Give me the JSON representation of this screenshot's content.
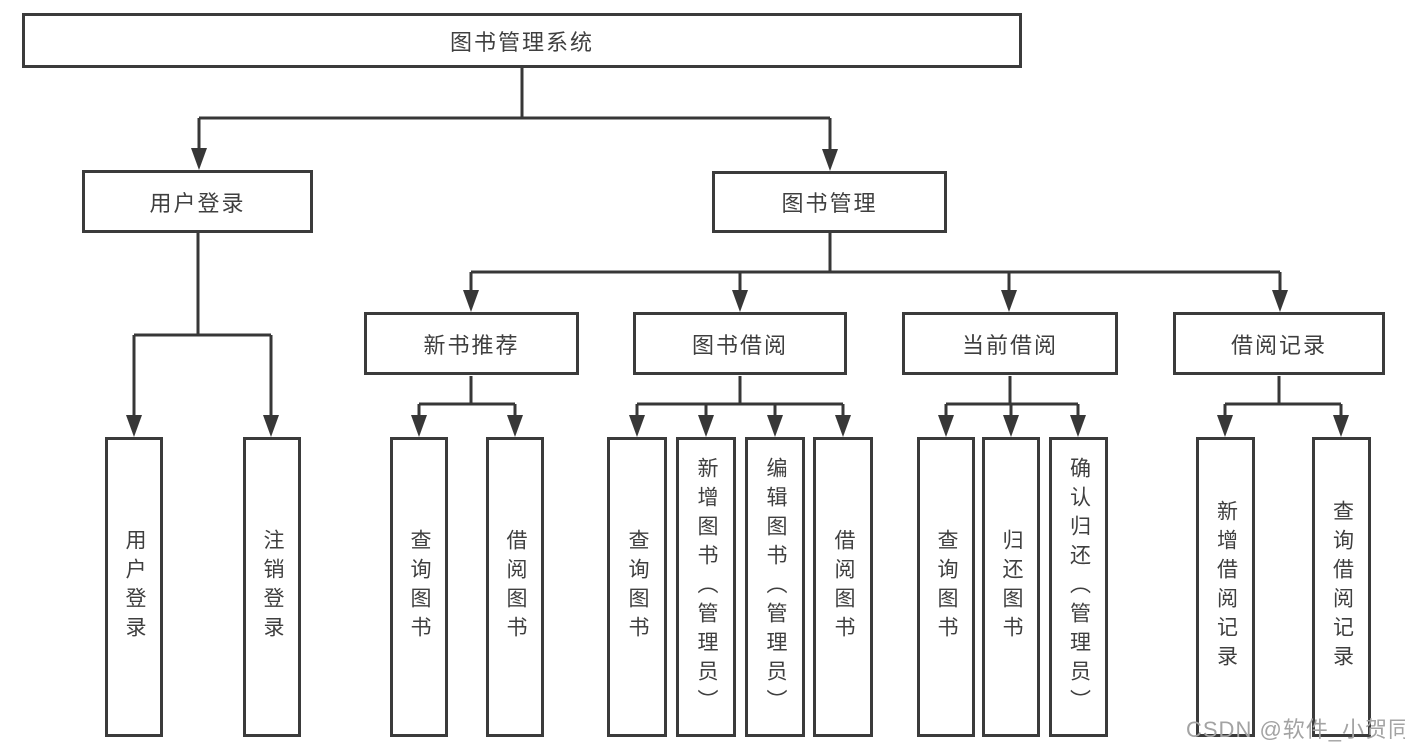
{
  "tree": {
    "label": "图书管理系统",
    "children": [
      {
        "label": "用户登录",
        "children": [
          {
            "label": "用户登录"
          },
          {
            "label": "注销登录"
          }
        ]
      },
      {
        "label": "图书管理",
        "children": [
          {
            "label": "新书推荐",
            "children": [
              {
                "label": "查询图书"
              },
              {
                "label": "借阅图书"
              }
            ]
          },
          {
            "label": "图书借阅",
            "children": [
              {
                "label": "查询图书"
              },
              {
                "label": "新增图书（管理员）"
              },
              {
                "label": "编辑图书（管理员）"
              },
              {
                "label": "借阅图书"
              }
            ]
          },
          {
            "label": "当前借阅",
            "children": [
              {
                "label": "查询图书"
              },
              {
                "label": "归还图书"
              },
              {
                "label": "确认归还（管理员）"
              }
            ]
          },
          {
            "label": "借阅记录",
            "children": [
              {
                "label": "新增借阅记录"
              },
              {
                "label": "查询借阅记录"
              }
            ]
          }
        ]
      }
    ]
  },
  "watermark": {
    "text": "CSDN @软件_小贺同学"
  },
  "colors": {
    "line": "#373737",
    "box_border": "#3b3b3b",
    "text": "#3f3f3f",
    "background": "#ffffff",
    "watermark": "#a3a3a3"
  }
}
